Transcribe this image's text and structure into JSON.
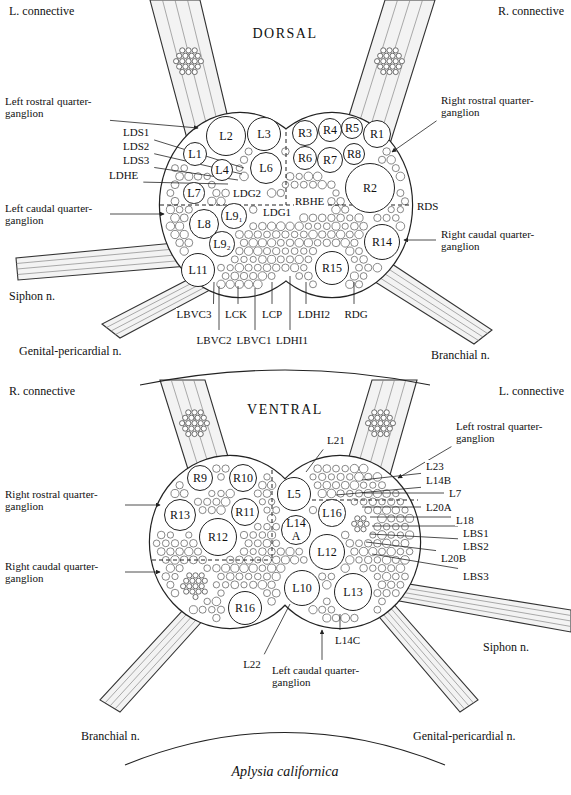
{
  "diagram": {
    "caption": "Aplysia californica",
    "nodes": [
      {
        "text": [
          "L2"
        ]
      },
      {
        "text": [
          "L3"
        ]
      },
      {
        "text": [
          "R3"
        ]
      },
      {
        "text": [
          "R4"
        ]
      },
      {
        "text": [
          "R5"
        ]
      },
      {
        "text": [
          "R1"
        ]
      },
      {
        "text": [
          "L1"
        ]
      },
      {
        "text": [
          "L4"
        ]
      },
      {
        "text": [
          "L6"
        ]
      },
      {
        "text": [
          "R6"
        ]
      },
      {
        "text": [
          "R7"
        ]
      },
      {
        "text": [
          "R8"
        ]
      },
      {
        "text": [
          "R2"
        ]
      },
      {
        "text": [
          "L7"
        ]
      },
      {
        "text": [
          "L8"
        ]
      },
      {
        "text": [
          "L9₁"
        ]
      },
      {
        "text": [
          "L9₂"
        ]
      },
      {
        "text": [
          "R14"
        ]
      },
      {
        "text": [
          "L11"
        ]
      },
      {
        "text": [
          "R15"
        ]
      },
      {
        "text": [
          "R9"
        ]
      },
      {
        "text": [
          "R10"
        ]
      },
      {
        "text": [
          "R13"
        ]
      },
      {
        "text": [
          "L5"
        ]
      },
      {
        "text": [
          "R11"
        ]
      },
      {
        "text": [
          "L16"
        ]
      },
      {
        "text": [
          "R12"
        ]
      },
      {
        "text": [
          "L14",
          "A"
        ]
      },
      {
        "text": [
          "L12"
        ]
      },
      {
        "text": [
          "L10"
        ]
      },
      {
        "text": [
          "L13"
        ]
      },
      {
        "text": [
          "R16"
        ]
      }
    ],
    "labels": [
      "L. connective",
      "DORSAL",
      "R. connective",
      "Left rostral quarter-ganglion",
      "Right rostral quarter-ganglion",
      "LDS1",
      "LDS2",
      "LDS3",
      "LDHE",
      "LDG2",
      "LDG1",
      "RBHE",
      "RDS",
      "Left caudal quarter-ganglion",
      "Right caudal quarter-ganglion",
      "Siphon n.",
      "Genital-pericardial n.",
      "Branchial n.",
      "LBVC3",
      "LCK",
      "LCP",
      "LDHI2",
      "RDG",
      "LBVC2",
      "LBVC1",
      "LDHI1",
      "R. connective",
      "VENTRAL",
      "L. connective",
      "L21",
      "Left rostral quarter-ganglion",
      "L23",
      "L14B",
      "L7",
      "L20A",
      "L18",
      "LBS1",
      "LBS2",
      "L20B",
      "LBS3",
      "Right rostral quarter-ganglion",
      "Right caudal quarter-ganglion",
      "L22",
      "L14C",
      "Left caudal quarter-ganglion",
      "Siphon n.",
      "Branchial n.",
      "Genital-pericardial n."
    ]
  }
}
